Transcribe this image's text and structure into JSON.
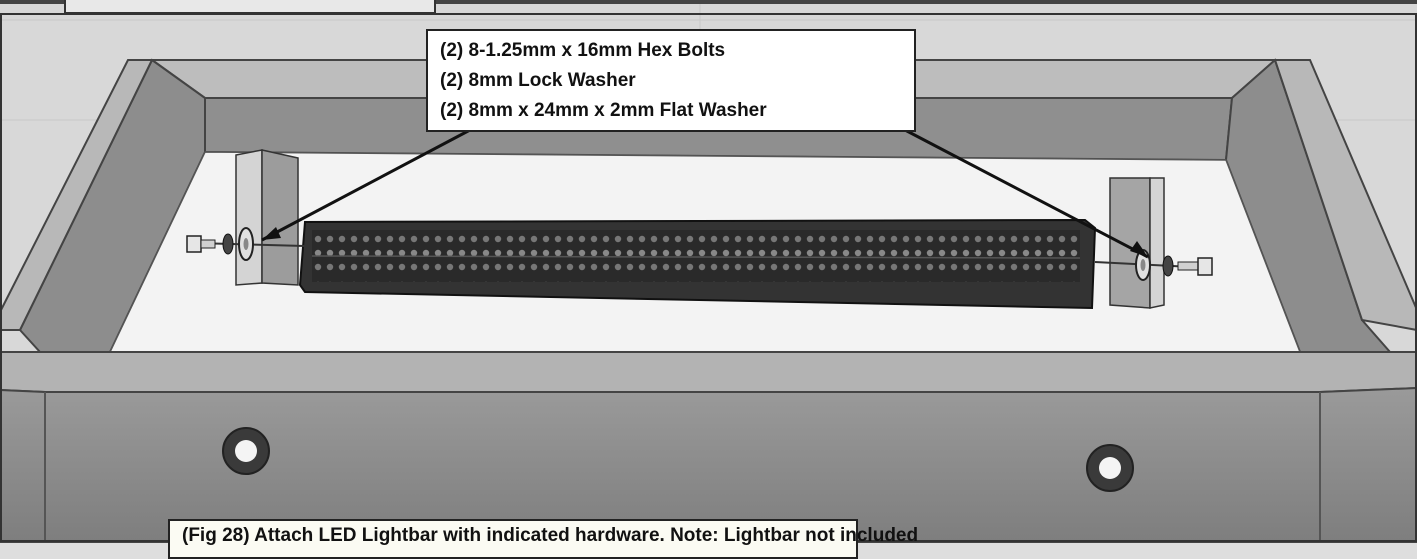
{
  "callout": {
    "lines": [
      "(2) 8-1.25mm x 16mm Hex Bolts",
      "(2) 8mm Lock Washer",
      "(2) 8mm x 24mm x 2mm Flat Washer"
    ]
  },
  "caption": {
    "text": "(Fig 28) Attach LED Lightbar with indicated hardware. Note: Lightbar not included"
  },
  "colors": {
    "frame_dark": "#5a5a5a",
    "frame_mid": "#8c8c8c",
    "frame_light": "#b4b4b4",
    "lightbar": "#2b2b2b",
    "callout_bg": "#ffffff",
    "caption_bg": "#fbfbf3"
  },
  "icons": [
    "hex-bolt-left-icon",
    "hex-bolt-right-icon",
    "mounting-hole-icon"
  ]
}
